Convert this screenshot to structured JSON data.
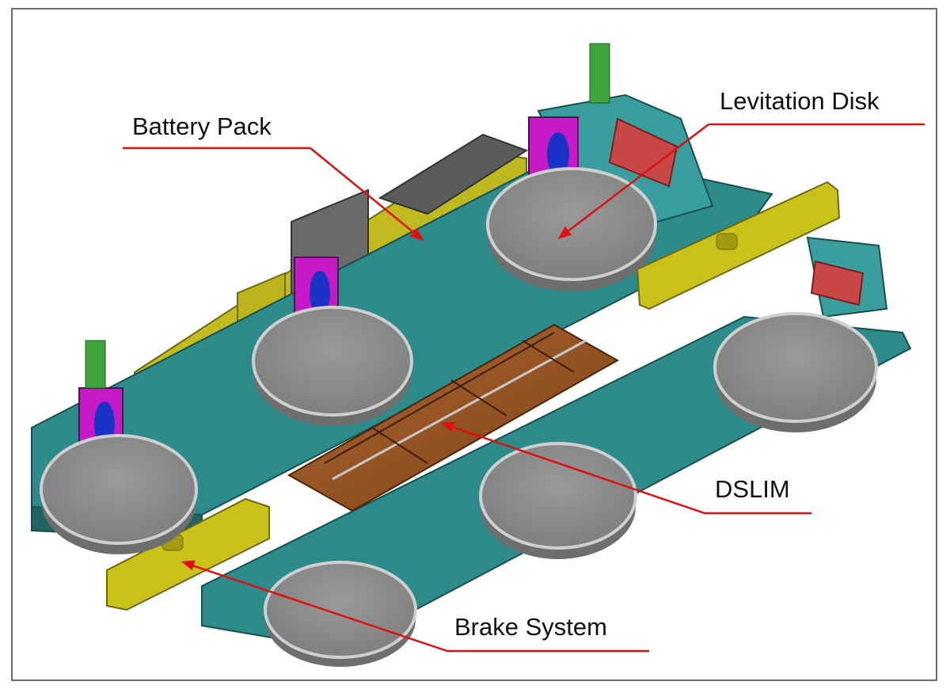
{
  "diagram": {
    "labels": {
      "battery_pack": "Battery Pack",
      "levitation_disk": "Levitation Disk",
      "dslim": "DSLIM",
      "brake_system": "Brake System"
    },
    "colors": {
      "frame": "#2e8b8b",
      "frame_dark": "#1f6363",
      "disk": "#a9a9a9",
      "disk_top": "#8e8e8e",
      "battery": "#c9c21a",
      "motor": "#a0522d",
      "magnet": "#c61ac6",
      "magnet_core": "#1a33c6",
      "leader": "#e01010"
    }
  }
}
